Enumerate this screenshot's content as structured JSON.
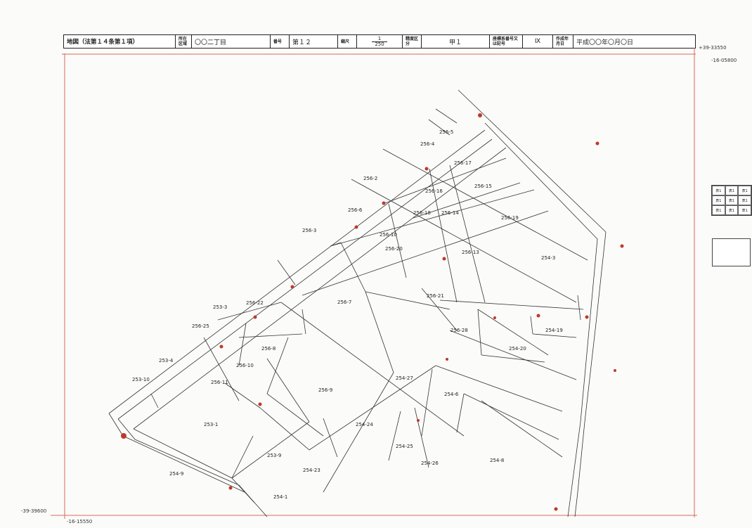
{
  "header": {
    "title": "地図（法第１４条第１項）",
    "location_label": "所在区域",
    "location_value": "〇〇二丁目",
    "sheet_label": "番号",
    "sheet_value": "第１２",
    "scale_label": "縮尺",
    "scale_num": "1",
    "scale_den": "250",
    "precision_label": "精度区分",
    "precision_value": "甲１",
    "coord_label": "座標系番号又は記号",
    "coord_value": "Ⅸ",
    "date_label": "作成年月日",
    "date_value": "平成〇〇年〇月〇日"
  },
  "coords": {
    "top_right_x": "+39-33550",
    "top_right_y": "-16-05800",
    "bottom_left_x": "-39-39600",
    "bottom_left_y": "-16-15550"
  },
  "parcels": {
    "p256_5": "256-5",
    "p256_4": "256-4",
    "p256_17": "256-17",
    "p256_2": "256-2",
    "p256_16": "256-16",
    "p256_15": "256-15",
    "p256_14": "256-14",
    "p256_18": "256-18",
    "p256_19": "256-19",
    "p256_6": "256-6",
    "p256_10": "256-10",
    "p256_3": "256-3",
    "p256_20": "256-20",
    "p256_13": "256-13",
    "p254_3": "254-3",
    "p256_21": "256-21",
    "p256_7": "256-7",
    "p253_3": "253-3",
    "p256_22": "256-22",
    "p256_25": "256-25",
    "p256_28": "256-28",
    "p254_19": "254-19",
    "p254_20": "254-20",
    "p253_4": "253-4",
    "p256_8": "256-8",
    "p256_10b": "256-10",
    "p253_10": "253-10",
    "p256_11": "256-11",
    "p256_9": "256-9",
    "p254_27": "254-27",
    "p254_6": "254-6",
    "p253_1": "253-1",
    "p254_24": "254-24",
    "p254_25": "254-25",
    "p253_9": "253-9",
    "p254_26": "254-26",
    "p254_8": "254-8",
    "p254_23": "254-23",
    "p254_9": "254-9",
    "p254_1": "254-1"
  },
  "side_grid": [
    "表1",
    "表1",
    "表1",
    "表1",
    "表1",
    "表1",
    "表1",
    "表1",
    "表1"
  ]
}
